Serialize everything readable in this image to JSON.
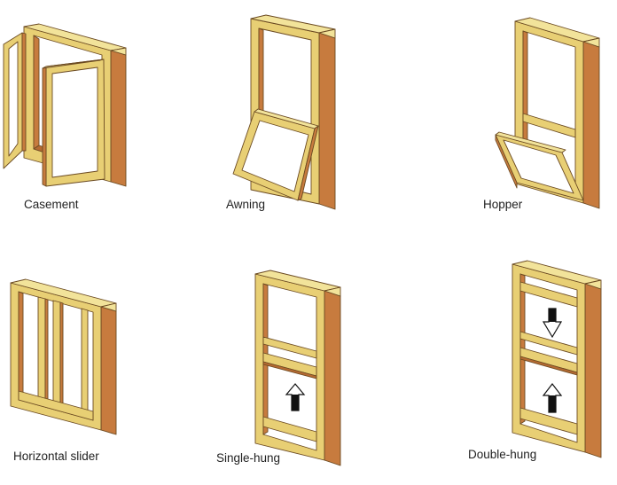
{
  "colors": {
    "frame_top": "#f2e39a",
    "frame_front": "#e8cf74",
    "frame_side": "#c77b3e",
    "frame_side_dark": "#b56a32",
    "outline": "#6b4a22",
    "arrow": "#111111"
  },
  "windows": [
    {
      "label": "Casement"
    },
    {
      "label": "Awning"
    },
    {
      "label": "Hopper"
    },
    {
      "label": "Horizontal slider"
    },
    {
      "label": "Single-hung"
    },
    {
      "label": "Double-hung"
    }
  ]
}
